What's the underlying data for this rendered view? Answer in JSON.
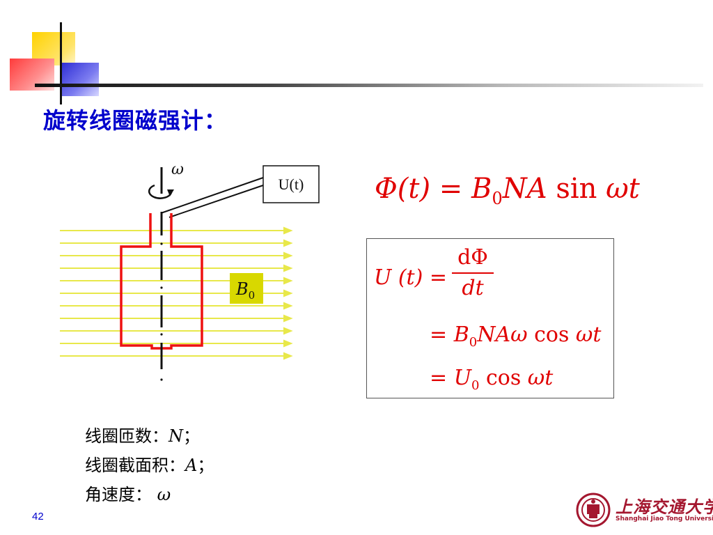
{
  "slide": {
    "title": "旋转线圈磁强计：",
    "page_number": "42"
  },
  "diagram": {
    "omega_label": "ω",
    "output_label": "U(t)",
    "field_label_main": "B",
    "field_label_sub": "0",
    "colors": {
      "field_lines": "#e8e84a",
      "coil": "#ee1111",
      "label_box": "#d8d800"
    }
  },
  "formula_flux": {
    "lhs": "Φ(t) = ",
    "B": "B",
    "sub0": "0",
    "rest": "NA",
    "func": " sin ",
    "arg": "ωt"
  },
  "formula_box": {
    "line1_lhs": "U (t) =",
    "frac_num": "dΦ",
    "frac_den": "dt",
    "line2_eq": "=",
    "line2_B": "B",
    "line2_sub": "0",
    "line2_rest": "NAω",
    "line2_func": " cos ",
    "line2_arg": "ωt",
    "line3_eq": "=",
    "line3_U": "U",
    "line3_sub": "0",
    "line3_func": " cos ",
    "line3_arg": "ωt"
  },
  "info": {
    "turns_label": "线圈匝数：",
    "turns_symbol": "N",
    "turns_end": "；",
    "area_label": "线圈截面积：",
    "area_symbol": "A",
    "area_end": "；",
    "omega_label": "角速度：",
    "omega_symbol": "ω"
  },
  "logo": {
    "name_cn": "上海交通大学",
    "name_en": "Shanghai Jiao Tong University"
  }
}
